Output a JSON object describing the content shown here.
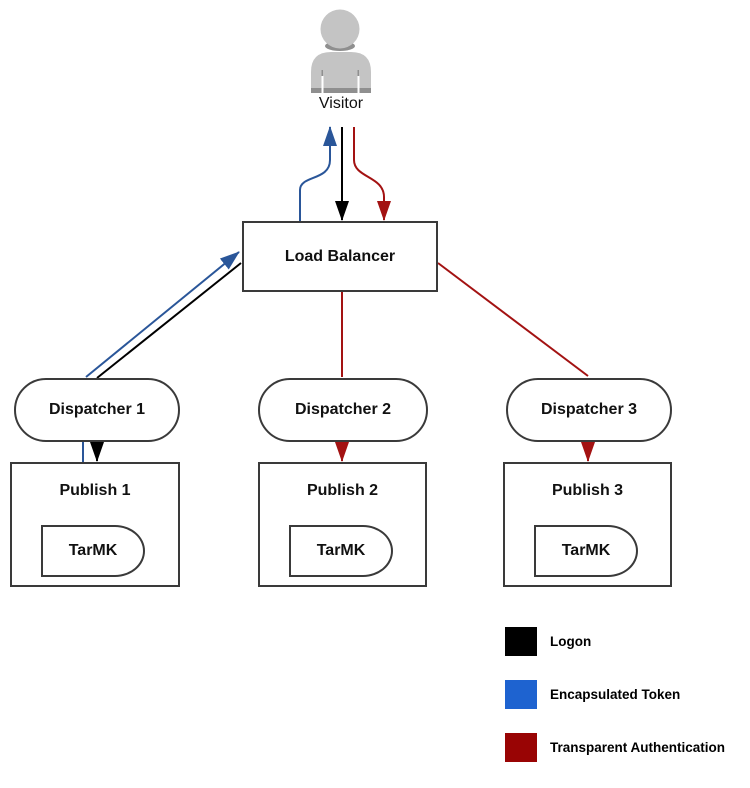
{
  "colors": {
    "logon": "#000000",
    "encapsulated_token": "#2A5699",
    "transparent_authentication": "#A31212",
    "node_border": "#3A3A3A",
    "visitor_gray": "#C4C4C4",
    "visitor_gray_dark": "#8F8F8F"
  },
  "nodes": {
    "visitor": {
      "label": "Visitor"
    },
    "load_balancer": {
      "label": "Load Balancer"
    },
    "dispatchers": [
      {
        "label": "Dispatcher 1"
      },
      {
        "label": "Dispatcher 2"
      },
      {
        "label": "Dispatcher 3"
      }
    ],
    "publishers": [
      {
        "label": "Publish 1",
        "engine": "TarMK"
      },
      {
        "label": "Publish 2",
        "engine": "TarMK"
      },
      {
        "label": "Publish 3",
        "engine": "TarMK"
      }
    ]
  },
  "flows": [
    {
      "name": "Logon",
      "color": "#000000",
      "route": "Visitor → Load Balancer → Dispatcher 1 → Publish 1"
    },
    {
      "name": "Encapsulated Token",
      "color": "#2A5699",
      "route": "Publish 1 → Dispatcher 1 → Load Balancer → Visitor"
    },
    {
      "name": "Transparent Authentication",
      "color": "#A31212",
      "route": "Visitor → Load Balancer → Dispatcher 2 → Publish 2; Load Balancer → Dispatcher 3 → Publish 3"
    }
  ],
  "legend": {
    "items": [
      {
        "label": "Logon",
        "color": "#000000"
      },
      {
        "label": "Encapsulated Token",
        "color": "#1E63D0"
      },
      {
        "label": "Transparent Authentication",
        "color": "#990404"
      }
    ]
  }
}
